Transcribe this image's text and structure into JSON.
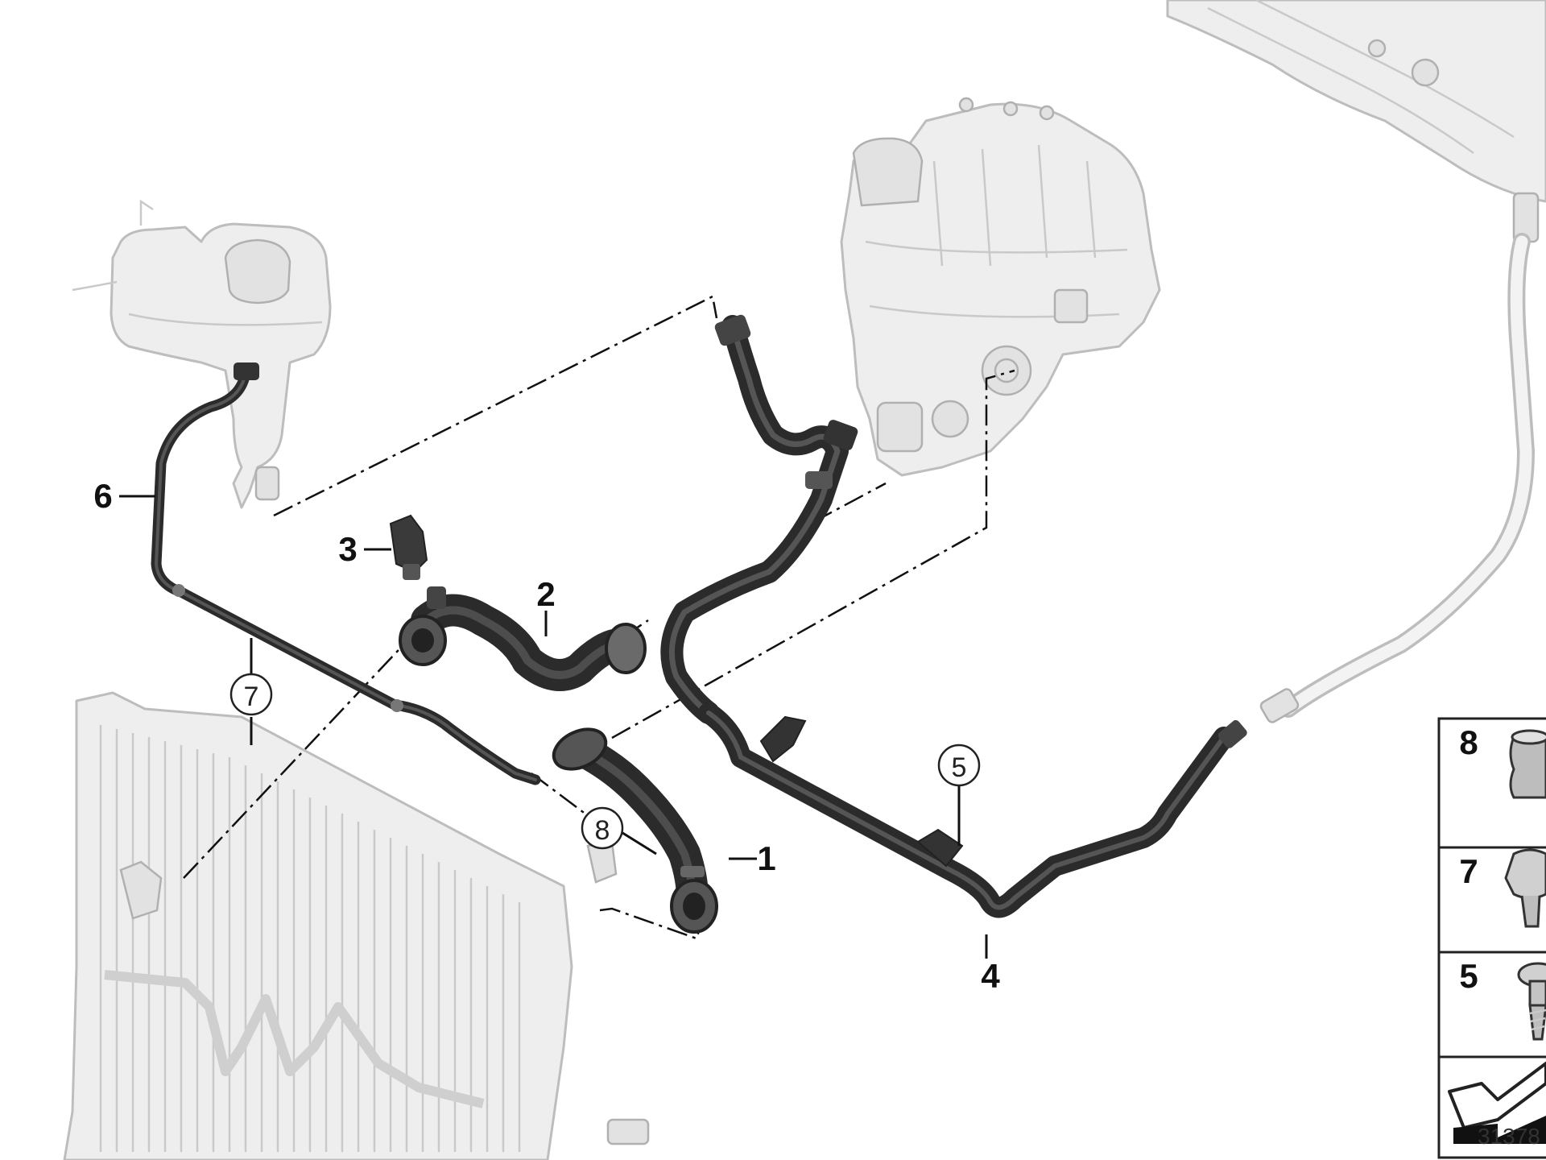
{
  "diagram": {
    "part_callouts": [
      {
        "id": "1",
        "label": "1",
        "style": "plain"
      },
      {
        "id": "2",
        "label": "2",
        "style": "plain"
      },
      {
        "id": "3",
        "label": "3",
        "style": "plain"
      },
      {
        "id": "4",
        "label": "4",
        "style": "plain"
      },
      {
        "id": "5",
        "label": "5",
        "style": "circled"
      },
      {
        "id": "6",
        "label": "6",
        "style": "plain"
      },
      {
        "id": "7",
        "label": "7",
        "style": "circled"
      },
      {
        "id": "8",
        "label": "8",
        "style": "circled"
      }
    ],
    "legend": {
      "items": [
        {
          "label": "8",
          "icon": "hose-clamp-icon"
        },
        {
          "label": "7",
          "icon": "clip-icon"
        },
        {
          "label": "5",
          "icon": "screw-icon"
        }
      ],
      "footer_icon": "vehicle-direction-arrow-icon"
    },
    "reference_number": "31378"
  },
  "colors": {
    "hose": "#2b2b2b",
    "hose_highlight": "#5a5a5a",
    "ghost_fill": "#eeeeee",
    "ghost_stroke": "#bdbdbd",
    "text": "#111111",
    "background": "#ffffff"
  }
}
